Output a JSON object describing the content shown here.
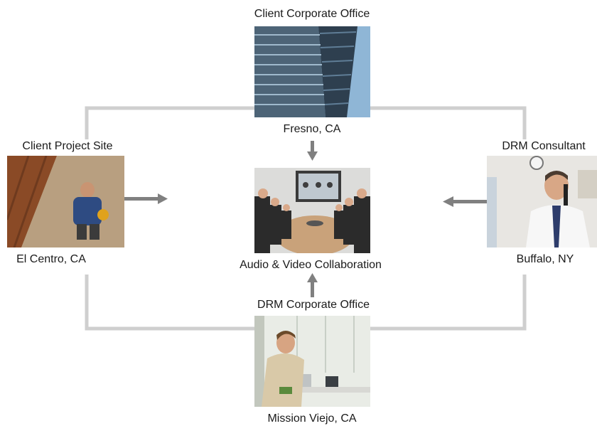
{
  "diagram": {
    "top": {
      "title": "Client Corporate Office",
      "location": "Fresno, CA",
      "image": "office-tower-photo"
    },
    "left": {
      "title": "Client Project Site",
      "location": "El Centro, CA",
      "image": "construction-worker-photo"
    },
    "right": {
      "title": "DRM Consultant",
      "location": "Buffalo, NY",
      "image": "consultant-on-phone-photo"
    },
    "bottom": {
      "title": "DRM Corporate Office",
      "location": "Mission Viejo, CA",
      "image": "businessman-at-desk-photo"
    },
    "center": {
      "caption": "Audio & Video Collaboration",
      "image": "video-conference-room-photo"
    }
  },
  "colors": {
    "connector": "#cfcfcf",
    "arrow": "#808080",
    "text": "#1a1a1a"
  }
}
